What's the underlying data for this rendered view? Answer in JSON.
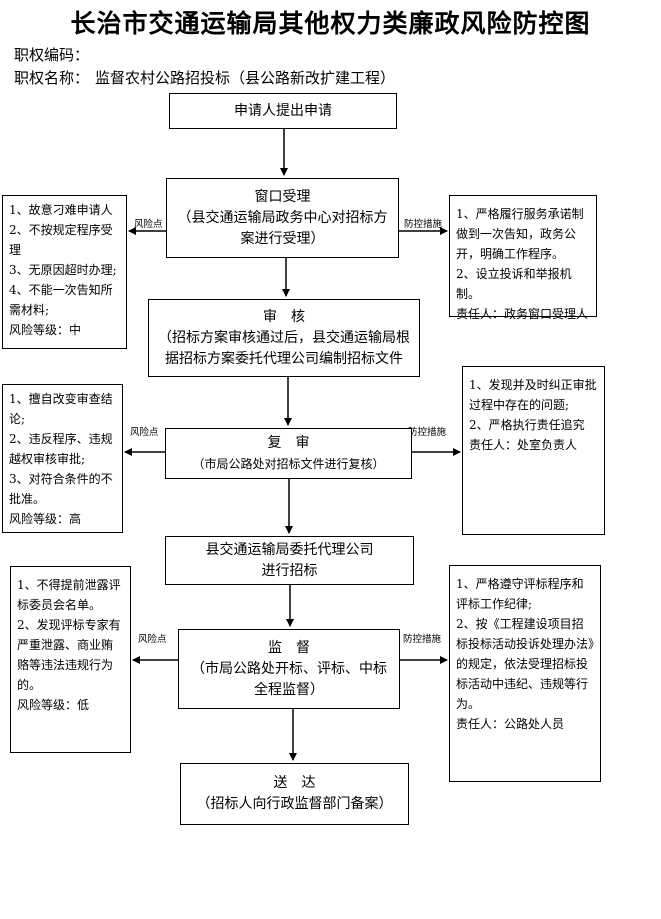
{
  "title": "长治市交通运输局其他权力类廉政风险防控图",
  "code_label": "职权编码：",
  "name_label": "职权名称：",
  "name_value": "监督农村公路招投标（县公路新改扩建工程）",
  "labels": {
    "risk": "风险点",
    "control": "防控措施"
  },
  "flow": [
    {
      "id": "apply",
      "lines": [
        "申请人提出申请"
      ]
    },
    {
      "id": "window",
      "lines": [
        "窗口受理",
        "（县交通运输局政务中心对招标方",
        "案进行受理）"
      ]
    },
    {
      "id": "review",
      "lines": [
        "审　核",
        "（招标方案审核通过后，县交通运输局根",
        "据招标方案委托代理公司编制招标文件"
      ]
    },
    {
      "id": "recheck",
      "lines": [
        "复　审",
        "（市局公路处对招标文件进行复核）"
      ]
    },
    {
      "id": "tender",
      "lines": [
        "县交通运输局委托代理公司",
        "进行招标"
      ]
    },
    {
      "id": "supervise",
      "lines": [
        "监　督",
        "（市局公路处开标、评标、中标",
        "全程监督）"
      ]
    },
    {
      "id": "deliver",
      "lines": [
        "送　达",
        "（招标人向行政监督部门备案）"
      ]
    }
  ],
  "risks": [
    {
      "id": "risk1",
      "lines": [
        "1、故意刁难申请人",
        "2、不按规定程序受理",
        "3、无原因超时办理;",
        "4、不能一次告知所需材料;",
        "风险等级：中"
      ]
    },
    {
      "id": "risk2",
      "lines": [
        "1、擅自改变审查结论;",
        "2、违反程序、违规越权审核审批;",
        "3、对符合条件的不批准。",
        "风险等级：高"
      ]
    },
    {
      "id": "risk3",
      "lines": [
        "1、不得提前泄露评标委员会名单。",
        "2、发现评标专家有严重泄露、商业贿赂等违法违规行为的。",
        "风险等级：低"
      ]
    }
  ],
  "controls": [
    {
      "id": "ctrl1",
      "lines": [
        "1、严格履行服务承诺制做到一次告知，政务公开，明确工作程序。",
        "2、设立投诉和举报机制。",
        "责任人：政务窗口受理人"
      ]
    },
    {
      "id": "ctrl2",
      "lines": [
        "1、发现并及时纠正审批过程中存在的问题;",
        "2、严格执行责任追究",
        "责任人：处室负责人"
      ]
    },
    {
      "id": "ctrl3",
      "lines": [
        "1、严格遵守评标程序和评标工作纪律;",
        "2、按《工程建设项目招标投标活动投诉处理办法》的规定，依法受理招标投标活动中违纪、违规等行为。",
        "责任人：公路处人员"
      ]
    }
  ]
}
